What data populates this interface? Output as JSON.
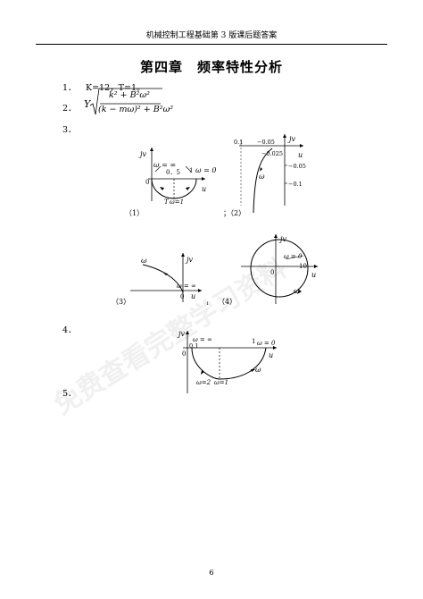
{
  "header": {
    "text": "机械控制工程基础第 3 版课后题答案"
  },
  "chapter_title": "第四章　频率特性分析",
  "items": [
    {
      "num": "1．",
      "text": "K=12，T=1。"
    },
    {
      "num": "2．",
      "formula_prefix": "Y",
      "formula_num": "k² + B²ω²",
      "formula_den": "(k − mω)² + B²ω²"
    },
    {
      "num": "3．"
    },
    {
      "num": "4．"
    },
    {
      "num": "5．"
    }
  ],
  "fig_labels": {
    "f1": "（1）",
    "f2": "；（2）",
    "f3": "（3）",
    "f4": "（4）"
  },
  "axes": {
    "jv": "jv",
    "u": "u",
    "zero": "0",
    "one": "1",
    "ten": "10"
  },
  "fig1": {
    "w_inf": "ω = ∞",
    "w_zero": "ω = 0",
    "half": "0．5",
    "w_one": "ω=1",
    "T": "T"
  },
  "fig2": {
    "t1": "0.1",
    "t2": "−0.05",
    "t3": "−0.025",
    "t4": "−0.05",
    "t5": "−0.1",
    "w": "ω"
  },
  "fig3": {
    "w": "ω",
    "w_inf": "ω = ∞",
    "one": "1"
  },
  "fig4": {
    "w_zero": "ω = 0",
    "w": "ω"
  },
  "fig_q4": {
    "w_inf": "ω = ∞",
    "w_zero": "ω = 0",
    "w_two": "ω=2",
    "w_one": "ω=1",
    "w": "ω",
    "pt1": "0.1"
  },
  "watermark": "免费查看完整学习资料",
  "page_number": "6"
}
